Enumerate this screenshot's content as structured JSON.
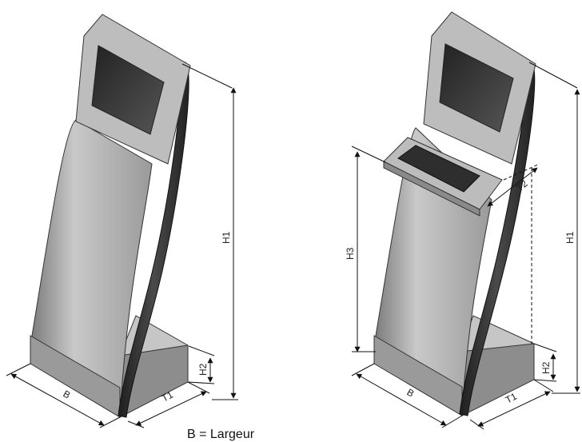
{
  "labels": {
    "width_symbol": "B",
    "depth_base": "T1",
    "base_height": "H2",
    "total_height": "H1",
    "keyboard_height": "H3",
    "keyboard_depth": "T2"
  },
  "legend": "B = Largeur",
  "colors": {
    "frame": "#3c3c3c",
    "panel_light": "#cfcfcf",
    "panel_mid": "#a9a9a9",
    "base_top": "#c8c8c8",
    "base_side": "#8d8d8d",
    "screen": "#3a3a3a"
  }
}
